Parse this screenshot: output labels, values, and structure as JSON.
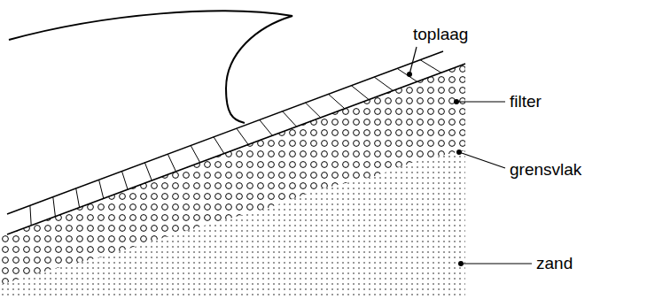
{
  "diagram": {
    "labels": [
      "toplaag",
      "filter",
      "grensvlak",
      "zand"
    ]
  }
}
